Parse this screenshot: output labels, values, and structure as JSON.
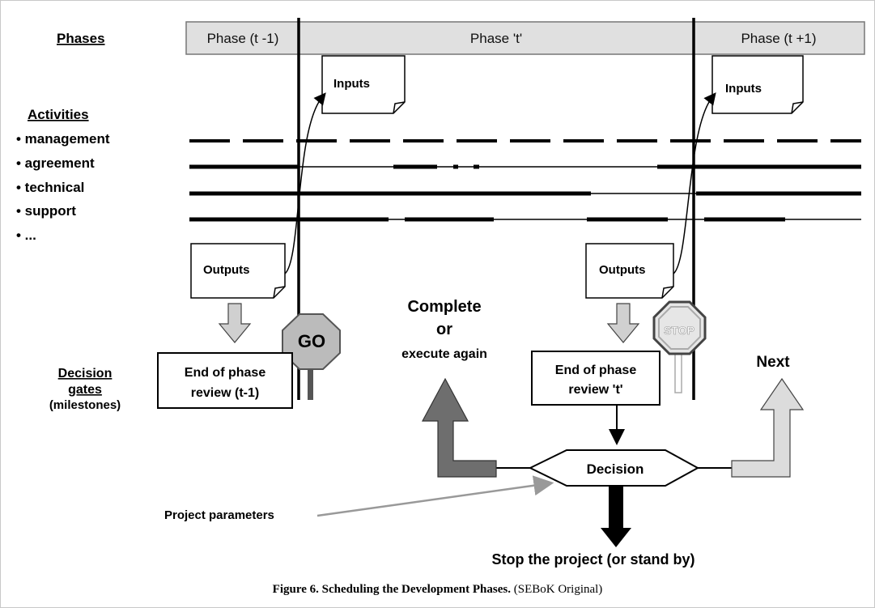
{
  "phases_label": "Phases",
  "phases": [
    "Phase (t -1)",
    "Phase 't'",
    "Phase (t +1)"
  ],
  "activities": {
    "title": "Activities",
    "items": [
      "• management",
      "• agreement",
      "• technical",
      "• support",
      "• ..."
    ]
  },
  "inputs_label": "Inputs",
  "outputs_label": "Outputs",
  "go_sign": "GO",
  "stop_sign": "STOP",
  "complete": [
    "Complete",
    "or",
    "execute again"
  ],
  "decision_gates": [
    "Decision",
    "gates",
    "(milestones)"
  ],
  "review_prev": [
    "End of phase",
    "review (t-1)"
  ],
  "review_curr": [
    "End of phase",
    "review 't'"
  ],
  "next_label": "Next",
  "decision_label": "Decision",
  "project_parameters": "Project parameters",
  "stop_project": "Stop the project (or stand by)",
  "caption": {
    "bold": "Figure 6. Scheduling the Development Phases.",
    "normal": " (SEBoK Original)"
  }
}
